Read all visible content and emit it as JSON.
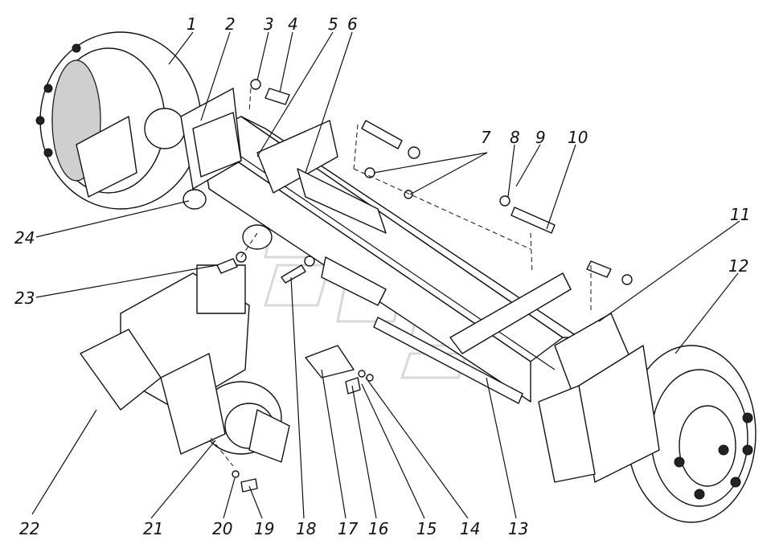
{
  "title": "",
  "callouts": [
    "1",
    "2",
    "3",
    "4",
    "5",
    "6",
    "7",
    "8",
    "9",
    "10",
    "11",
    "12",
    "13",
    "14",
    "15",
    "16",
    "17",
    "18",
    "19",
    "20",
    "21",
    "22",
    "23",
    "24"
  ]
}
